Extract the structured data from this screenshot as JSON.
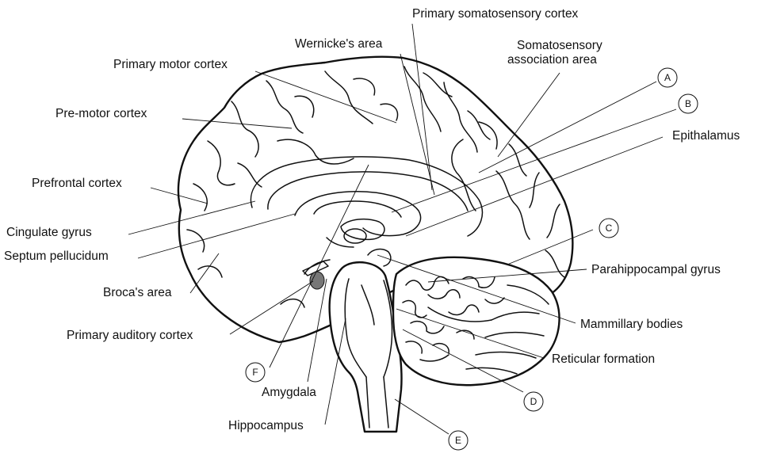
{
  "labels": {
    "primary_somatosensory_cortex": "Primary somatosensory cortex",
    "wernickes_area": "Wernicke's area",
    "somatosensory_association_line1": "Somatosensory",
    "somatosensory_association_line2": "association area",
    "primary_motor_cortex": "Primary motor cortex",
    "pre_motor_cortex": "Pre-motor cortex",
    "epithalamus": "Epithalamus",
    "prefrontal_cortex": "Prefrontal cortex",
    "cingulate_gyrus": "Cingulate gyrus",
    "septum_pellucidum": "Septum pellucidum",
    "parahippocampal_gyrus": "Parahippocampal gyrus",
    "brocas_area": "Broca's area",
    "mammillary_bodies": "Mammillary bodies",
    "primary_auditory_cortex": "Primary auditory  cortex",
    "reticular_formation": "Reticular formation",
    "amygdala": "Amygdala",
    "hippocampus": "Hippocampus"
  },
  "markers": {
    "a": "A",
    "b": "B",
    "c": "C",
    "d": "D",
    "e": "E",
    "f": "F"
  }
}
